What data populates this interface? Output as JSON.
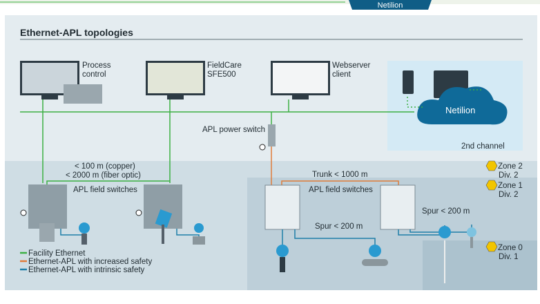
{
  "header": {
    "title": "Ethernet-APL topologies",
    "top_tab": "Netilion"
  },
  "hosts": [
    {
      "line1": "Process",
      "line2": "control"
    },
    {
      "line1": "FieldCare",
      "line2": "SFE500"
    },
    {
      "line1": "Webserver",
      "line2": "client"
    }
  ],
  "cloud": {
    "label": "Netilion",
    "channel": "2nd channel"
  },
  "power_switch": "APL power switch",
  "distance": {
    "copper": "< 100 m (copper)",
    "fiber": "< 2000 m (fiber optic)"
  },
  "field_switches_left": "APL field switches",
  "field_switches_right": "APL field switches",
  "trunk": "Trunk < 1000 m",
  "spur_a": "Spur < 200 m",
  "spur_b": "Spur < 200 m",
  "zones": [
    {
      "zone": "Zone 2",
      "div": "Div. 2"
    },
    {
      "zone": "Zone 1",
      "div": "Div. 2"
    },
    {
      "zone": "Zone 0",
      "div": "Div. 1"
    }
  ],
  "legend": [
    {
      "label": "Facility Ethernet",
      "color": "#3cb043"
    },
    {
      "label": "Ethernet-APL with increased safety",
      "color": "#e07b39"
    },
    {
      "label": "Ethernet-APL with intrinsic safety",
      "color": "#1f7fa8"
    }
  ],
  "colors": {
    "ethernet": "#3cb043",
    "increased": "#e07b39",
    "intrinsic": "#1f7fa8",
    "ex_badge": "#f2c500"
  }
}
